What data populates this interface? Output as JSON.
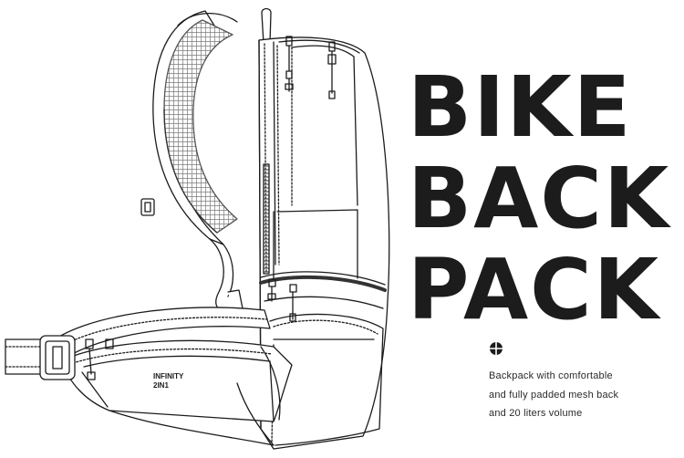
{
  "headline": [
    "BIKE",
    "BACK",
    "PACK"
  ],
  "product_label": [
    "INFINITY",
    "2IN1"
  ],
  "description": [
    "Backpack with comfortable",
    "and fully padded mesh back",
    "and 20 liters volume"
  ],
  "icons": {
    "bullet": "crosshair-circle-icon"
  },
  "colors": {
    "ink": "#1c1c1c",
    "background": "#ffffff",
    "mesh": "#8c8c8c"
  }
}
